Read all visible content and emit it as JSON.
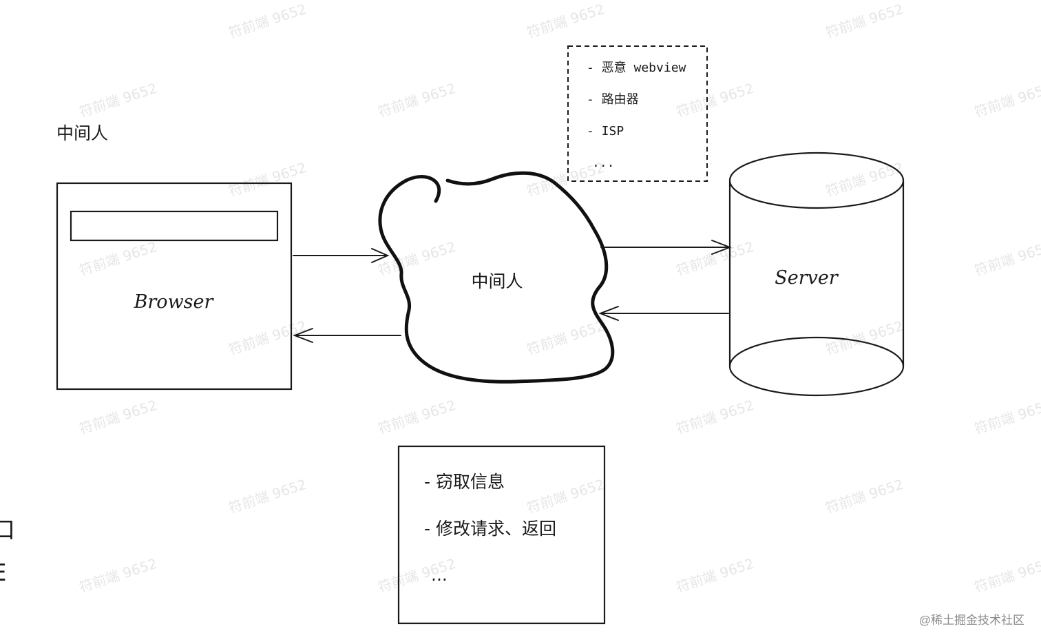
{
  "title_label": "中间人",
  "browser": {
    "label": "Browser"
  },
  "mitm": {
    "label": "中间人"
  },
  "server": {
    "label": "Server"
  },
  "attackers": {
    "items": [
      "- 恶意 webview",
      "- 路由器",
      "- ISP",
      "..."
    ]
  },
  "risks": {
    "items": [
      "- 窃取信息",
      "- 修改请求、返回",
      "..."
    ]
  },
  "credit": "@稀土掘金技术社区",
  "watermark": "符前端 9652",
  "edge_glyphs": [
    "口",
    "E"
  ]
}
